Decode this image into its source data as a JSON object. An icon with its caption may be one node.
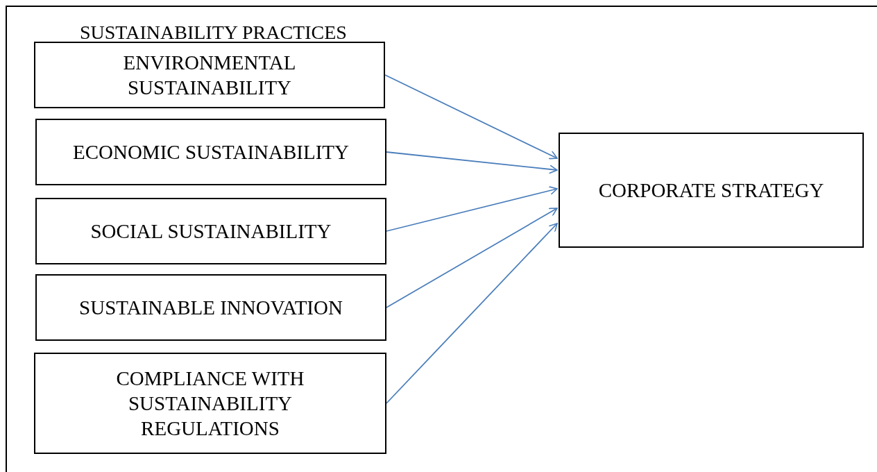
{
  "diagram": {
    "title": "SUSTAINABILITY PRACTICES",
    "nodes": [
      {
        "text": [
          "ENVIRONMENTAL SUSTAINABILITY"
        ]
      },
      {
        "text": [
          "ECONOMIC SUSTAINABILITY"
        ]
      },
      {
        "text": [
          "SOCIAL SUSTAINABILITY"
        ]
      },
      {
        "text": [
          "SUSTAINABLE INNOVATION"
        ]
      },
      {
        "text": [
          "COMPLIANCE WITH SUSTAINABILITY REGULATIONS"
        ]
      },
      {
        "text": [
          "CORPORATE STRATEGY"
        ]
      }
    ],
    "edges": [
      {
        "from": 0,
        "to": 5,
        "arrow": "to"
      },
      {
        "from": 1,
        "to": 5,
        "arrow": "to"
      },
      {
        "from": 2,
        "to": 5,
        "arrow": "to"
      },
      {
        "from": 3,
        "to": 5,
        "arrow": "to"
      },
      {
        "from": 4,
        "to": 5,
        "arrow": "to"
      }
    ]
  }
}
